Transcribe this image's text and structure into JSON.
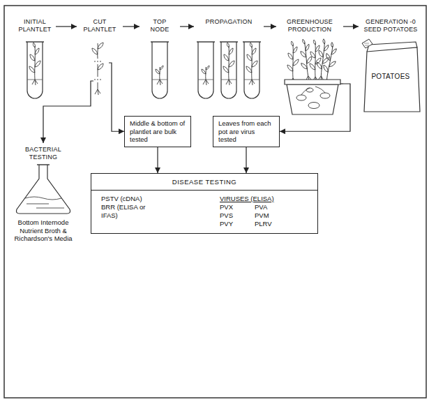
{
  "diagram": {
    "nodes": [
      {
        "text": [
          "INITIAL PLANTLET"
        ]
      },
      {
        "text": [
          "CUT PLANTLET"
        ]
      },
      {
        "text": [
          "TOP NODE"
        ]
      },
      {
        "text": [
          "PROPAGATION"
        ]
      },
      {
        "text": [
          "GREENHOUSE PRODUCTION"
        ]
      },
      {
        "text": [
          "GENERATION -0 SEED POTATOES",
          "POTATOES"
        ]
      },
      {
        "text": [
          "BACTERIAL TESTING",
          "Bottom Internode Nutrient Broth & Richardson's Media"
        ]
      },
      {
        "text": [
          "Middle & bottom of plantlet are bulk tested"
        ]
      },
      {
        "text": [
          "Leaves from each pot are virus tested"
        ]
      },
      {
        "text": [
          "DISEASE TESTING",
          "PSTV (cDNA)",
          "BRR (ELISA or IFAS)",
          "VIRUSES (ELISA)",
          "PVX",
          "PVS",
          "PVY",
          "PVA",
          "PVM",
          "PLRV"
        ]
      }
    ],
    "edges": [
      {
        "from": 0,
        "to": 1,
        "arrow": "to"
      },
      {
        "from": 1,
        "to": 2,
        "arrow": "to"
      },
      {
        "from": 2,
        "to": 3,
        "arrow": "to"
      },
      {
        "from": 3,
        "to": 4,
        "arrow": "to"
      },
      {
        "from": 4,
        "to": 5,
        "arrow": "to"
      },
      {
        "from": 1,
        "to": 6,
        "arrow": "to"
      },
      {
        "from": 1,
        "to": 7,
        "arrow": "to"
      },
      {
        "from": 4,
        "to": 8,
        "arrow": "to"
      },
      {
        "from": 7,
        "to": 9,
        "arrow": "to"
      },
      {
        "from": 8,
        "to": 9,
        "arrow": "to"
      }
    ]
  }
}
